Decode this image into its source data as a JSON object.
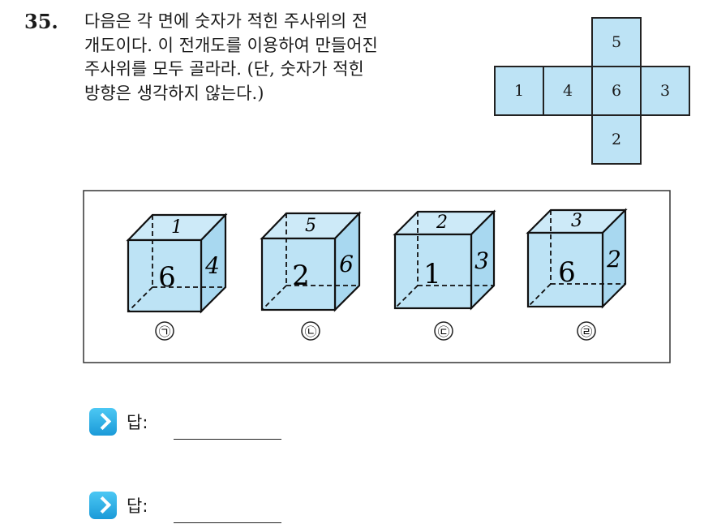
{
  "question": {
    "number": "35.",
    "lines": [
      "다음은 각 면에 숫자가 적힌 주사위의 전",
      "개도이다. 이 전개도를 이용하여 만들어진",
      "주사위를 모두 골라라. (단, 숫자가 적힌",
      "방향은 생각하지 않는다.)"
    ]
  },
  "net": {
    "top": "5",
    "left": "1",
    "center_left": "4",
    "center": "6",
    "right": "3",
    "bottom": "2"
  },
  "cubes": [
    {
      "top": "1",
      "front": "6",
      "side": "4",
      "label": "㉠"
    },
    {
      "top": "5",
      "front": "2",
      "side": "6",
      "label": "㉡"
    },
    {
      "top": "2",
      "front": "1",
      "side": "3",
      "label": "㉢"
    },
    {
      "top": "3",
      "front": "6",
      "side": "2",
      "label": "㉣"
    }
  ],
  "answers": [
    {
      "label": "답:"
    },
    {
      "label": "답:"
    }
  ],
  "colors": {
    "face": "#bde3f5",
    "face_dark": "#a3d4ee",
    "answer_icon": "#29aee6"
  }
}
